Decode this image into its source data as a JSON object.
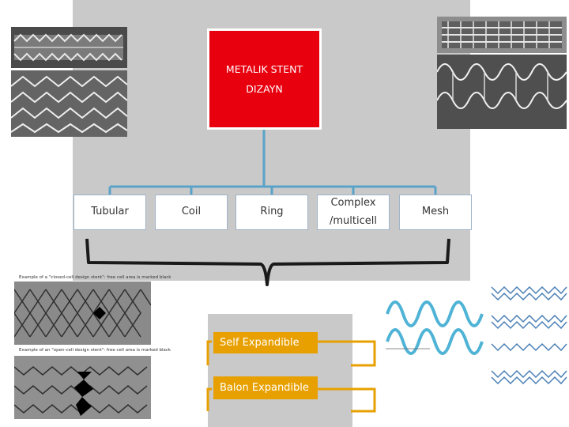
{
  "diagram": {
    "root": {
      "line1": "METALIK STENT",
      "line2": "DIZAYN"
    },
    "categories": [
      {
        "label": "Tubular"
      },
      {
        "label": "Coil"
      },
      {
        "label": "Ring"
      },
      {
        "label_line1": "Complex",
        "label_line2": "/multicell"
      },
      {
        "label": "Mesh"
      }
    ],
    "expansion": [
      {
        "label": "Self Expandible"
      },
      {
        "label": "Balon Expandible"
      }
    ]
  },
  "figures": {
    "closed_cell_caption": "Example of a \"closed-cell design stent\": free cell area is marked black",
    "open_cell_caption": "Example of an \"open-cell design stent\": free cell area is marked black"
  },
  "colors": {
    "root_fill": "#e8000f",
    "connector": "#5aa3c8",
    "expansion_fill": "#e8a000",
    "panel": "#c9c9c9"
  }
}
